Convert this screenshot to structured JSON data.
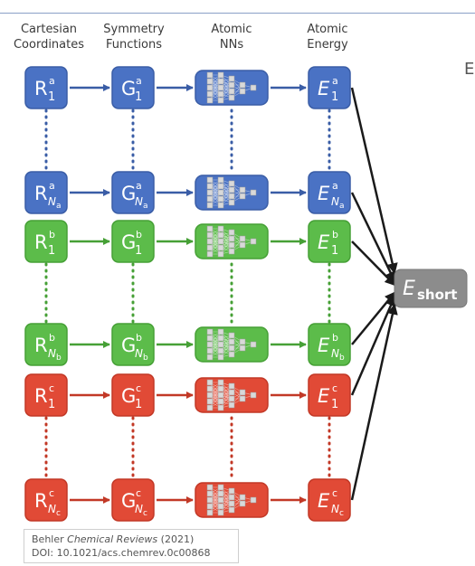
{
  "headers": [
    {
      "line1": "Cartesian",
      "line2": "Coordinates"
    },
    {
      "line1": "Symmetry",
      "line2": "Functions"
    },
    {
      "line1": "Atomic",
      "line2": "NNs"
    },
    {
      "line1": "Atomic",
      "line2": "Energy"
    }
  ],
  "rows": [
    {
      "element": "a",
      "index": "1",
      "color": "#4a72c4",
      "border": "#3a5da6"
    },
    {
      "element": "a",
      "index": "Na",
      "color": "#4a72c4",
      "border": "#3a5da6"
    },
    {
      "element": "b",
      "index": "1",
      "color": "#5cbc4a",
      "border": "#46a036"
    },
    {
      "element": "b",
      "index": "Nb",
      "color": "#5cbc4a",
      "border": "#46a036"
    },
    {
      "element": "c",
      "index": "1",
      "color": "#e14a36",
      "border": "#c23826"
    },
    {
      "element": "c",
      "index": "Nc",
      "color": "#e14a36",
      "border": "#c23826"
    }
  ],
  "symbols": {
    "coordinate": "R",
    "symmetry": "G",
    "energy": "E"
  },
  "output": {
    "symbol": "E",
    "subscript": "short",
    "color": "#8c8c8c"
  },
  "edge_letter": "E",
  "reference": {
    "author": "Behler ",
    "journal": "Chemical Reviews",
    "year": " (2021)",
    "doi": "DOI: 10.1021/acs.chemrev.0c00868"
  }
}
